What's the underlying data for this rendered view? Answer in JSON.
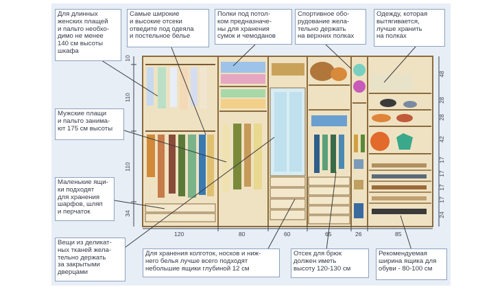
{
  "annotations": [
    {
      "id": "long-coats",
      "text": "Для длинных\nженских плащей\nи пальто необхо-\nдимо не менее\n140 см высоты\nшкафа"
    },
    {
      "id": "wide-high",
      "text": "Самые широкие\nи высокие отсеки\nотведите под одеяла\nи постельное белье"
    },
    {
      "id": "ceiling-shelves",
      "text": "Полки под потол-\nком предназначе-\nны для хранения\nсумок и чемоданов"
    },
    {
      "id": "sport",
      "text": "Спортивное обо-\nрудование жела-\nтельно держать\nна верхних полках"
    },
    {
      "id": "stretch",
      "text": "Одежду, которая\nвытягивается,\nлучше хранить\nна полках"
    },
    {
      "id": "mens-coats",
      "text": "Мужские плащи\nи пальто занима-\nют 175 см высоты"
    },
    {
      "id": "small-drawers",
      "text": "Маленькие ящи-\nки подходят\nдля хранения\nшарфов, шляп\nи перчаток"
    },
    {
      "id": "delicate",
      "text": "Вещи из деликат-\nных тканей жела-\nтельно держать\nза закрытыми\nдверцами"
    },
    {
      "id": "tights",
      "text": "Для хранения колготок, носков и ниж-\nнего белья лучше всего подходят\nнебольшие ящики глубиной 12 см"
    },
    {
      "id": "trousers",
      "text": "Отсек для брюк\nдолжен иметь\nвысоту 120-130 см"
    },
    {
      "id": "shoes",
      "text": "Рекомендуемая\nширина ящика для\nобуви - 80-100 см"
    }
  ],
  "bottom_dims": [
    "120",
    "80",
    "60",
    "65",
    "26",
    "85"
  ],
  "left_dims": [
    "10",
    "110",
    "110",
    "34"
  ],
  "right_dims": [
    "48",
    "28",
    "28",
    "42",
    "17",
    "17",
    "17",
    "17",
    "24"
  ],
  "colors": {
    "background": "#e8eef6",
    "frame": "#8a6a3c",
    "panel": "#efe2c2",
    "note_border": "#8aa0bf",
    "leader": "#3a3a3a"
  }
}
